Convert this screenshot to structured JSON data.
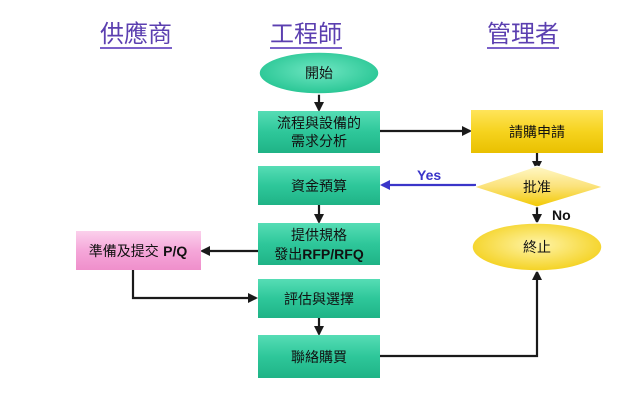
{
  "lanes": {
    "supplier": "供應商",
    "engineer": "工程師",
    "manager": "管理者"
  },
  "nodes": {
    "start": "開始",
    "needs_line1": "流程與設備的",
    "needs_line2": "需求分析",
    "purchase_request": "請購申請",
    "approve": "批准",
    "budget": "資金預算",
    "spec_line1": "提供規格",
    "spec_line2_prefix": "發出",
    "spec_line2_bold": "RFP/RFQ",
    "prepare_prefix": "準備及提交 ",
    "prepare_bold": "P/Q",
    "terminate": "終止",
    "evaluate": "評估與選擇",
    "contact": "聯絡購買"
  },
  "edges": {
    "yes": "Yes",
    "no": "No"
  },
  "colors": {
    "lane_title": "#5b3fb0",
    "process_green": "#2ec79a",
    "start_green": "#2fd39f",
    "manager_yellow": "#f6d31e",
    "supplier_pink": "#f5a7d9",
    "yes_arrow": "#3a35c9"
  }
}
